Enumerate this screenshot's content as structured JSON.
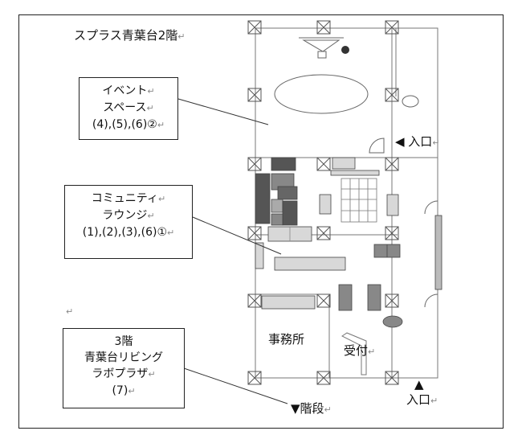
{
  "title": "スプラス青葉台2階",
  "return_mark": "↵",
  "rooms": {
    "event": [
      "イベント",
      "スペース",
      "(4),(5),(6)②"
    ],
    "lounge": [
      "コミュニティ",
      "ラウンジ",
      "(1),(2),(3),(6)①"
    ],
    "third_floor": [
      "3階",
      "青葉台リビング",
      "ラボプラザ",
      "(7)"
    ],
    "office": "事務所",
    "reception": "受付"
  },
  "labels": {
    "entrance_right": "◀ 入口",
    "entrance_bottom_arrow": "▲",
    "entrance_bottom": "入口",
    "stairs": "▼階段"
  },
  "colors": {
    "dark_furniture": "#555555",
    "mid_furniture": "#888888",
    "light_furniture": "#d8d8d8",
    "line": "#555555"
  }
}
